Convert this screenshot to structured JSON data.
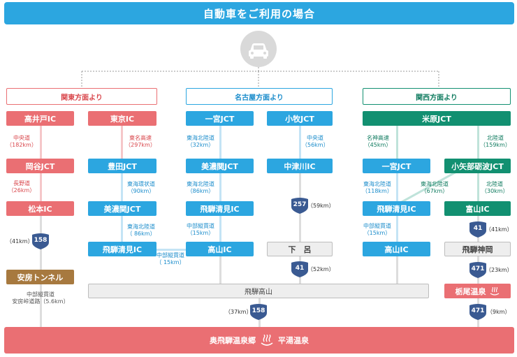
{
  "title": "自動車をご利用の場合",
  "icon": "car-icon",
  "colors": {
    "blue": "#2ca6e0",
    "red": "#ea6f73",
    "green": "#129071",
    "brown": "#a7793f",
    "route": "#3a5a92"
  },
  "sections": {
    "kanto": "関東方面より",
    "nagoya": "名古屋方面より",
    "kansai": "関西方面より"
  },
  "boxes": {
    "takaido": "高井戸IC",
    "tokyo": "東京IC",
    "okaya": "岡谷JCT",
    "toyota": "豊田JCT",
    "matsumoto": "松本IC",
    "minoseki1": "美濃関JCT",
    "hidakiyomi1": "飛騨清見IC",
    "abo": "安房トンネル",
    "ichinomiya1": "一宮JCT",
    "komaki": "小牧JCT",
    "minoseki2": "美濃関JCT",
    "nakatsugawa": "中津川IC",
    "hidakiyomi2": "飛騨清見IC",
    "takayama1": "高山IC",
    "gero": "下　呂",
    "maibara": "米原JCT",
    "ichinomiya2": "一宮JCT",
    "oyabe": "小矢部砺波JCT",
    "hidakiyomi3": "飛騨清見IC",
    "toyama": "富山IC",
    "takayama2": "高山IC",
    "hidakamioka": "飛騨神岡",
    "tochio": "栃尾温泉",
    "hidatakayama": "飛騨高山",
    "destination": "奥飛騨温泉郷",
    "destination2": "平湯温泉"
  },
  "roads": {
    "chuo": "中央道",
    "chuo_km": "（182km）",
    "tomei": "東名高速",
    "tomei_km": "（297km）",
    "nagano": "長野道",
    "nagano_km": "（26km）",
    "tokaikanjo": "東海環状道",
    "tokaikanjo_km": "（90km）",
    "tokaihokuriku1": "東海北陸道",
    "tokaihokuriku1_km": "（ 86km）",
    "chubujukan1": "中部縦貫道",
    "chubujukan1_km": "（ 15km）",
    "abo_note1": "中部縦貫道",
    "abo_note2": "安房峠道路（5.6km）",
    "tokaihokuriku2": "東海北陸道",
    "tokaihokuriku2_km": "（32km）",
    "chuo2": "中央道",
    "chuo2_km": "（56km）",
    "tokaihokuriku3": "東海北陸道",
    "tokaihokuriku3_km": "（86km）",
    "chubujukan2": "中部縦貫道",
    "chubujukan2_km": "（15km）",
    "meishin": "名神高速",
    "meishin_km": "（45km）",
    "hokuriku1": "北陸道",
    "hokuriku1_km": "（159km）",
    "tokaihokuriku4": "東海北陸道",
    "tokaihokuriku4_km": "（118km）",
    "tokaihokuriku5": "東海北陸道",
    "tokaihokuriku5_km": "（67km）",
    "hokuriku2": "北陸道",
    "hokuriku2_km": "（30km）",
    "chubujukan3": "中部縦貫道",
    "chubujukan3_km": "（15km）"
  },
  "routes": {
    "r158a": {
      "num": "158",
      "km": "（41km）"
    },
    "r257": {
      "num": "257",
      "km": "（59km）"
    },
    "r41a": {
      "num": "41",
      "km": "（52km）"
    },
    "r158b": {
      "num": "158",
      "km": "（37km）"
    },
    "r41b": {
      "num": "41",
      "km": "（41km）"
    },
    "r471a": {
      "num": "471",
      "km": "（23km）"
    },
    "r471b": {
      "num": "471",
      "km": "（9km）"
    }
  }
}
